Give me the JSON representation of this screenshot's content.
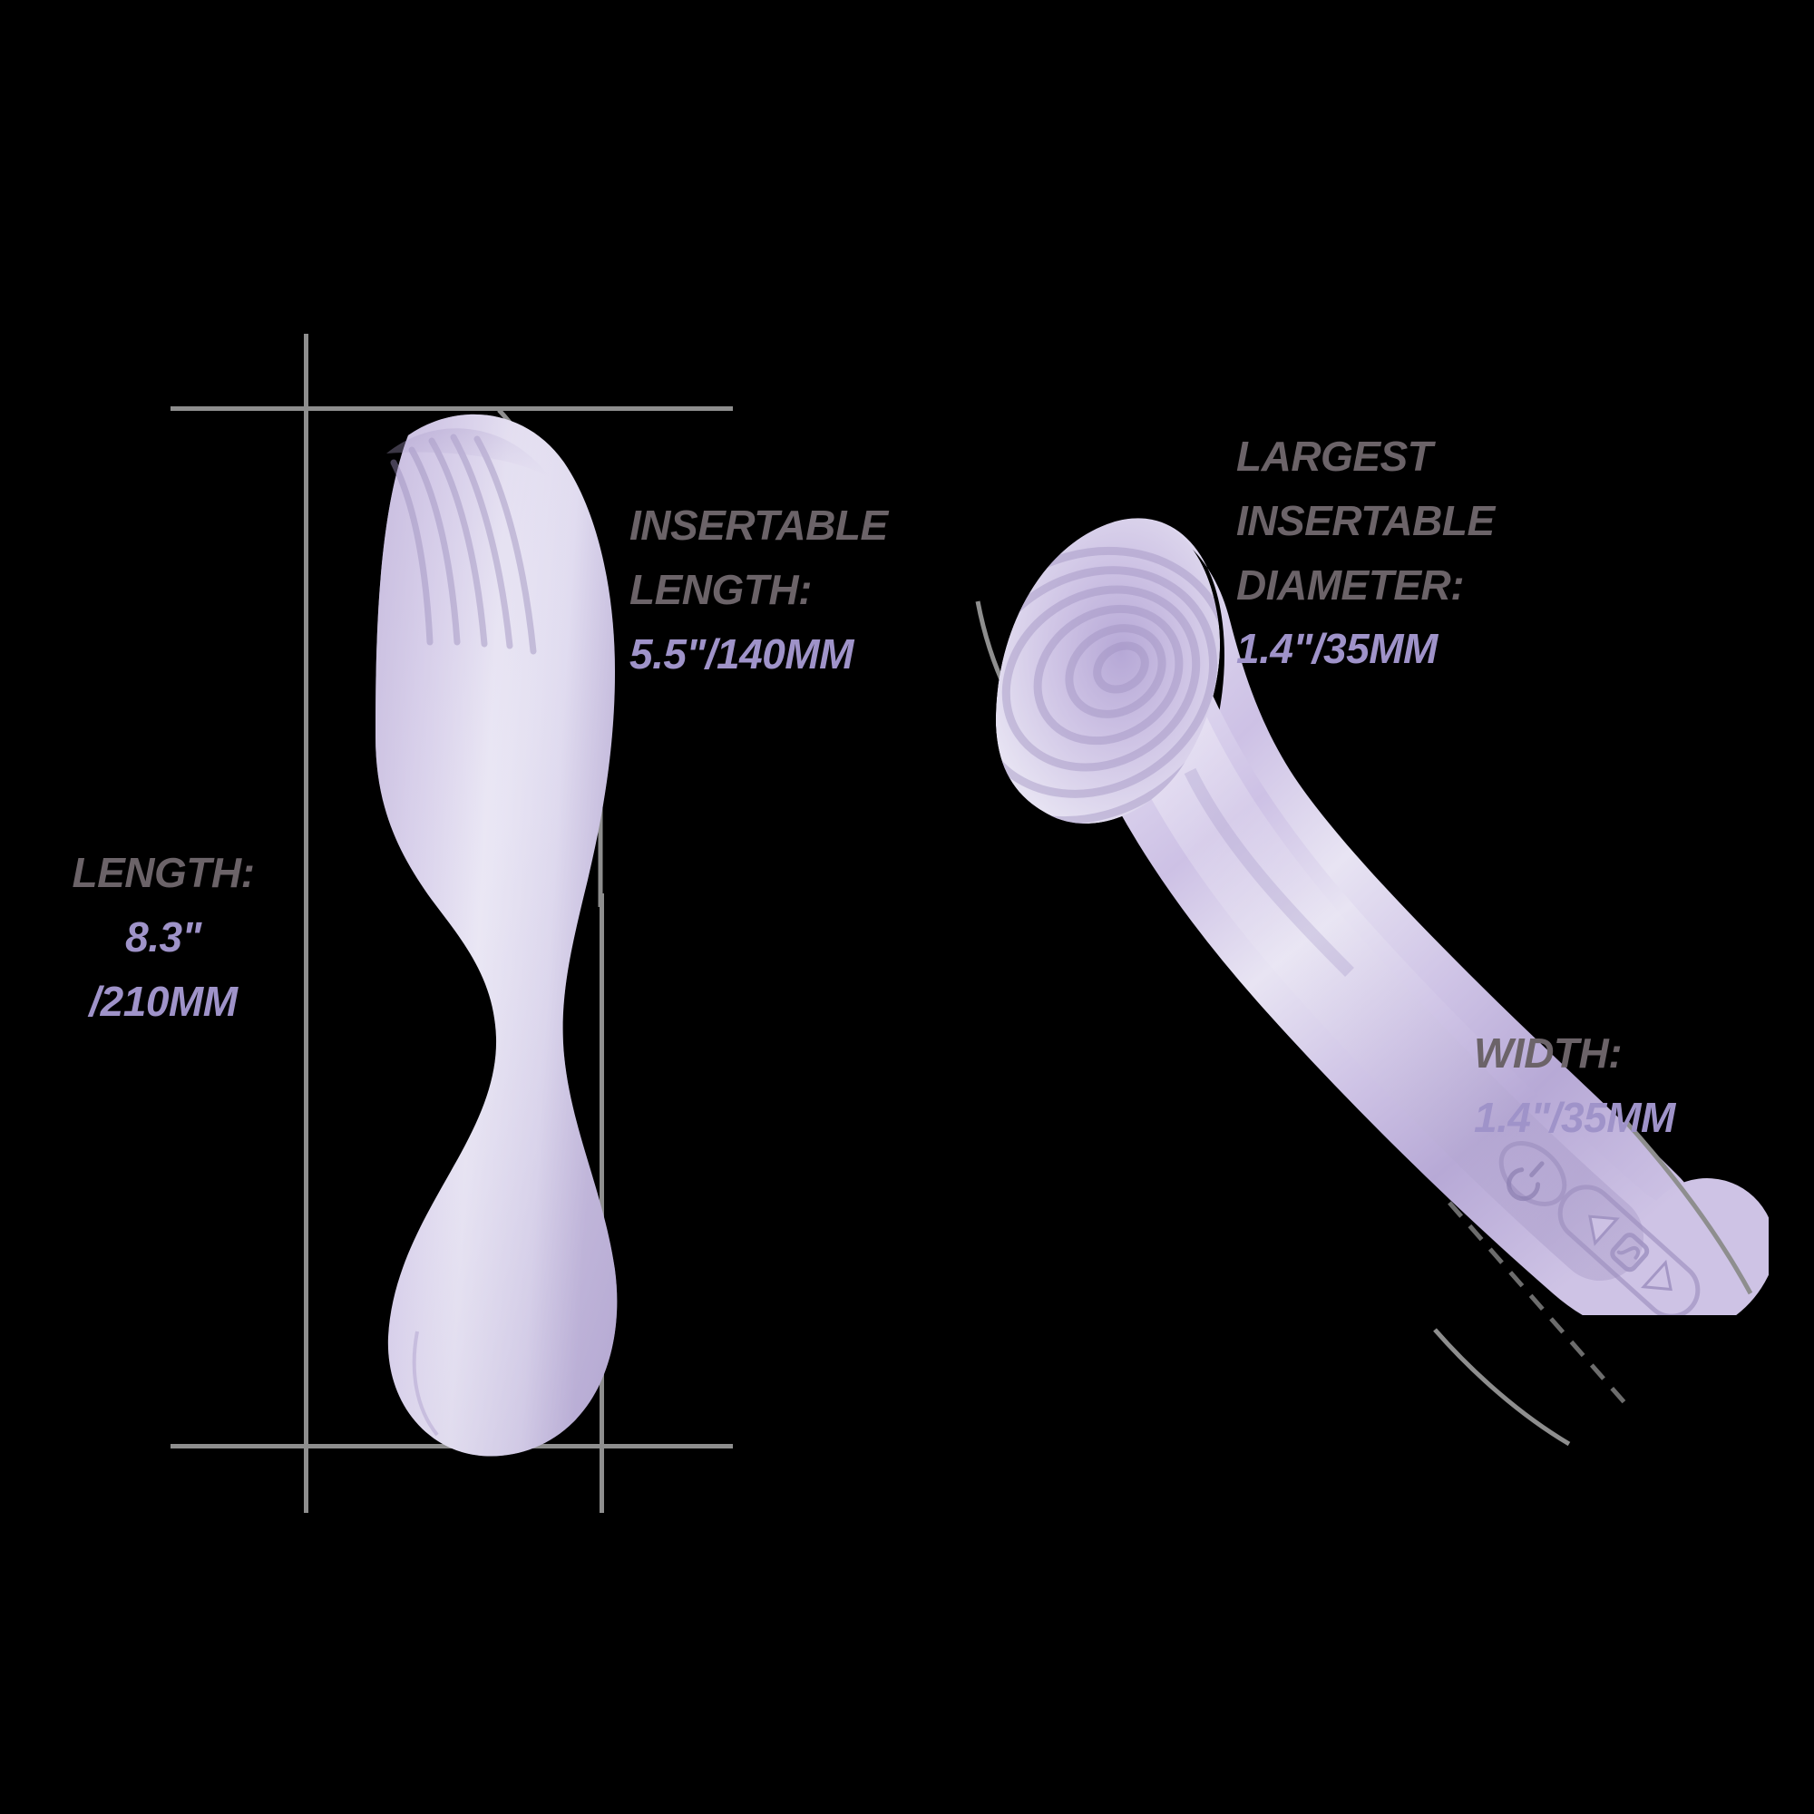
{
  "page": {
    "background_color": "#000000",
    "product_color_light": "#ece9f5",
    "product_color_mid": "#cfc4e6",
    "product_color_dark": "#a99cc9",
    "line_color": "#8e8e8e",
    "label_color": "#6b6368",
    "value_color": "#9f93c9"
  },
  "callouts": {
    "length": {
      "label": "LENGTH:",
      "value_line1": "8.3\"",
      "value_line2": "/210mm"
    },
    "insertable_length": {
      "label_line1": "INSERTABLE",
      "label_line2": "LENGTH:",
      "value": "5.5\"/140mm"
    },
    "largest_insertable_diameter": {
      "label_line1": "LARGEST",
      "label_line2": "INSERTABLE",
      "label_line3": "DIAMETER:",
      "value": "1.4\"/35mm"
    },
    "width": {
      "label": "WIDTH:",
      "value": "1.4\"/35mm"
    }
  },
  "products": {
    "left": {
      "name": "vibrator-side-profile",
      "orientation": "vertical-curved",
      "tip_texture": "ribbed"
    },
    "right": {
      "name": "vibrator-angled-view",
      "orientation": "diagonal",
      "tip_texture": "concentric-rings",
      "controls": {
        "power_button": "power-icon",
        "increase_button": "triangle-up-icon",
        "pattern_button": "wave-icon",
        "decrease_button": "triangle-down-icon"
      }
    }
  }
}
